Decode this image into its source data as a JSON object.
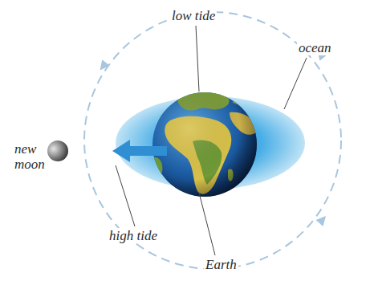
{
  "diagram": {
    "labels": [
      "low tide",
      "ocean",
      "new moon",
      "high tide",
      "Earth"
    ]
  }
}
